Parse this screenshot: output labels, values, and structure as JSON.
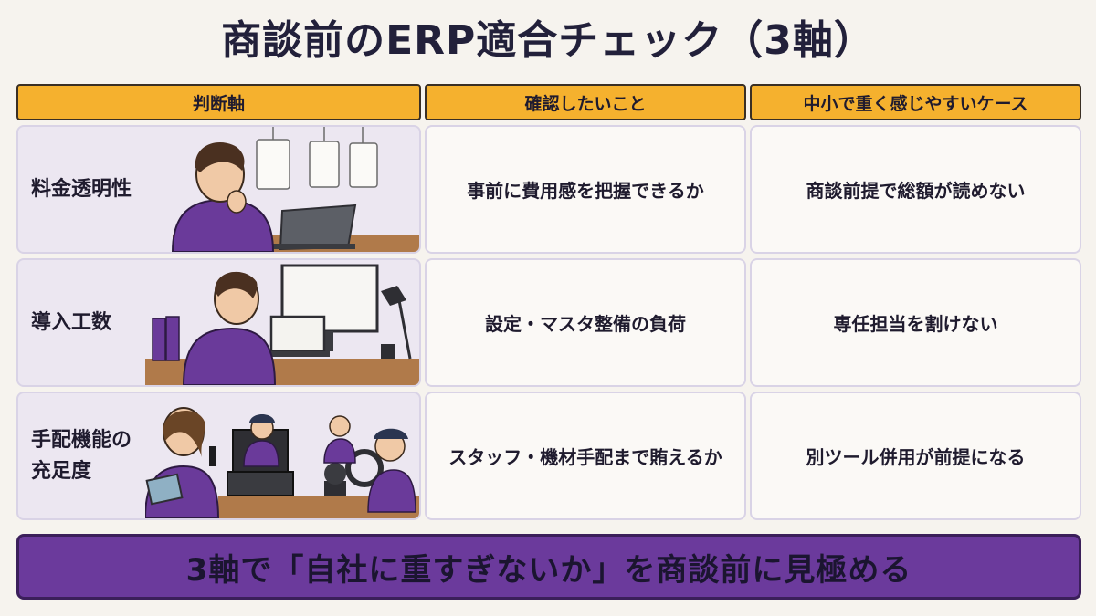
{
  "title": "商談前のERP適合チェック（3軸）",
  "headers": [
    "判断軸",
    "確認したいこと",
    "中小で重く感じやすいケース"
  ],
  "rows": [
    {
      "axis": "料金透明性",
      "check": "事前に費用感を把握できるか",
      "case": "商談前提で総額が読めない",
      "illustration": "thinking-person-icon"
    },
    {
      "axis": "導入工数",
      "check": "設定・マスタ整備の負荷",
      "case": "専任担当を割けない",
      "illustration": "desk-worker-icon"
    },
    {
      "axis": "手配機能の充足度",
      "check": "スタッフ・機材手配まで賄えるか",
      "case": "別ツール併用が前提になる",
      "illustration": "equipment-staff-icon"
    }
  ],
  "footer": "3軸で「自社に重すぎないか」を商談前に見極める",
  "colors": {
    "header": "#f5b12e",
    "footer": "#6b3a9c",
    "hoodie": "#6a3a9a"
  }
}
